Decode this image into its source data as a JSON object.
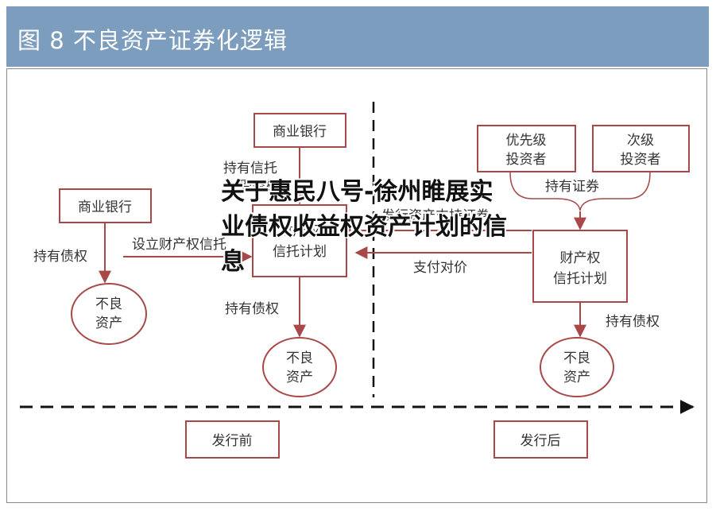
{
  "header": {
    "title": "图 8   不良资产证券化逻辑"
  },
  "colors": {
    "header_bg": "#7c9dbd",
    "box_border": "#a84848",
    "arrow": "#a84848",
    "text": "#333333"
  },
  "nodes": {
    "bank_left": "商业银行",
    "bank_top": "商业银行",
    "trust_plan": [
      "财产权",
      "信托计划"
    ],
    "npa_left": [
      "不良",
      "资产"
    ],
    "npa_mid": [
      "不良",
      "资产"
    ],
    "senior": [
      "优先级",
      "投资者"
    ],
    "junior": [
      "次级",
      "投资者"
    ],
    "trust_right": [
      "财产权",
      "信托计划"
    ],
    "npa_right": [
      "不良",
      "资产"
    ],
    "before": "发行前",
    "after": "发行后"
  },
  "labels": {
    "hold_trust": [
      "持有信托",
      "受益权"
    ],
    "hold_debt_left": "持有债权",
    "setup_trust": "设立财产权信托",
    "hold_debt_mid": "持有债权",
    "hold_securities": "持有证券",
    "issue_abs": "发行资产支持证券",
    "pay": "支付对价",
    "hold_debt_right": "持有债权"
  },
  "overlay": {
    "title": "关于惠民八号-徐州睢展实业债权收益权资产计划的信息"
  }
}
